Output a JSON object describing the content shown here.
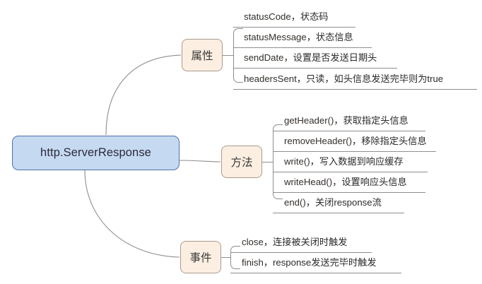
{
  "diagram": {
    "type": "mindmap",
    "title": "http.ServerResponse",
    "colors": {
      "root_fill": "#c5d9f1",
      "root_border": "#4f71ab",
      "branch_fill": "#fcefe1",
      "branch_border": "#a89b8e",
      "connector": "#8e8e8e",
      "text": "#2e2a26",
      "background": "#ffffff"
    },
    "root": {
      "label": "http.ServerResponse"
    },
    "branches": [
      {
        "label": "属性",
        "items": [
          {
            "name": "statusCode",
            "sep": "，",
            "desc": "状态码"
          },
          {
            "name": "statusMessage",
            "sep": "，",
            "desc": "状态信息"
          },
          {
            "name": "sendDate",
            "sep": "，",
            "desc": "设置是否发送日期头"
          },
          {
            "name": "headersSent",
            "sep": "，",
            "desc": "只读，如头信息发送完毕则为true"
          }
        ]
      },
      {
        "label": "方法",
        "items": [
          {
            "name": "getHeader()",
            "sep": "，",
            "desc": "获取指定头信息"
          },
          {
            "name": "removeHeader()",
            "sep": "，",
            "desc": "移除指定头信息"
          },
          {
            "name": "write()",
            "sep": "，",
            "desc": "写入数据到响应缓存"
          },
          {
            "name": "writeHead()",
            "sep": "，",
            "desc": "设置响应头信息"
          },
          {
            "name": "end()",
            "sep": "，",
            "desc": "关闭response流"
          }
        ]
      },
      {
        "label": "事件",
        "items": [
          {
            "name": "close",
            "sep": "，",
            "desc": "连接被关闭时触发"
          },
          {
            "name": "finish",
            "sep": "，",
            "desc": "response发送完毕时触发"
          }
        ]
      }
    ]
  }
}
